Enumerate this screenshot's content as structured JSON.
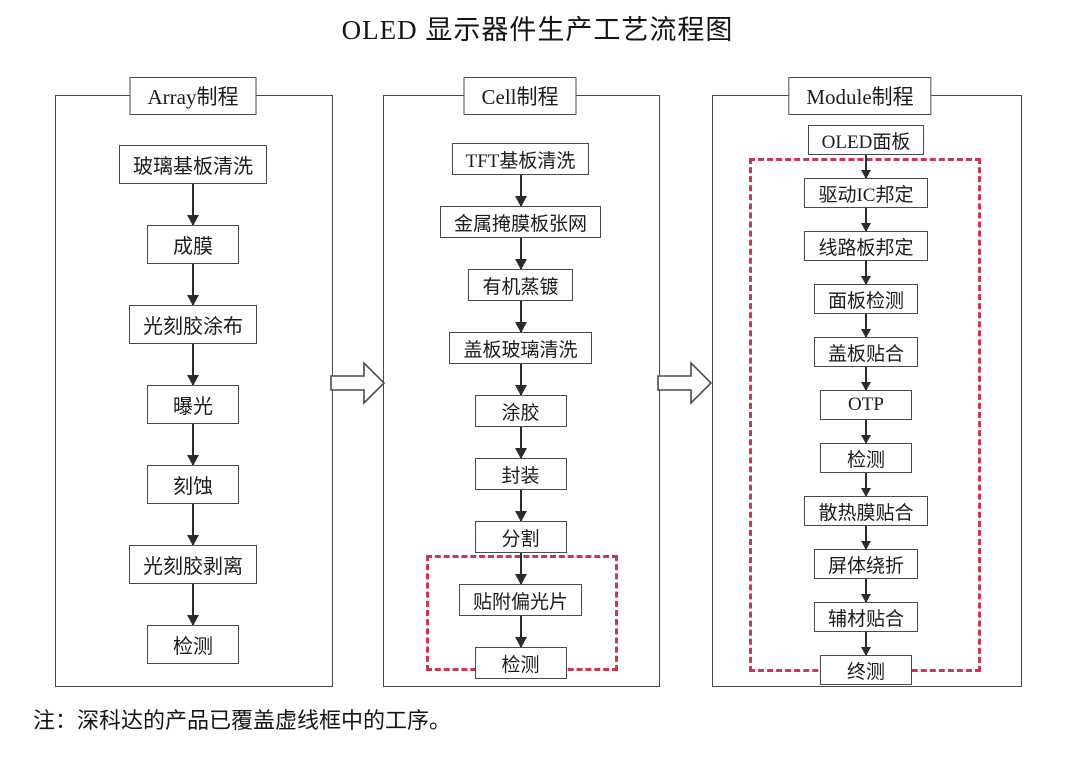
{
  "page": {
    "title": "OLED 显示器件生产工艺流程图",
    "note": "注：深科达的产品已覆盖虚线框中的工序。"
  },
  "colors": {
    "box_border": "#4a4a4a",
    "arrow_line": "#2b2b2b",
    "dashed_frame": "#c53a52",
    "background": "#ffffff",
    "text": "#1c1c1c"
  },
  "columns": [
    {
      "header": "Array制程",
      "steps": [
        "玻璃基板清洗",
        "成膜",
        "光刻胶涂布",
        "曝光",
        "刻蚀",
        "光刻胶剥离",
        "检测"
      ]
    },
    {
      "header": "Cell制程",
      "steps": [
        "TFT基板清洗",
        "金属掩膜板张网",
        "有机蒸镀",
        "盖板玻璃清洗",
        "涂胶",
        "封装",
        "分割",
        "贴附偏光片",
        "检测"
      ],
      "dashed_frame_encloses": [
        "贴附偏光片",
        "检测"
      ]
    },
    {
      "header": "Module制程",
      "steps": [
        "OLED面板",
        "驱动IC邦定",
        "线路板邦定",
        "面板检测",
        "盖板贴合",
        "OTP",
        "检测",
        "散热膜贴合",
        "屏体绕折",
        "辅材贴合",
        "终测"
      ],
      "dashed_frame_encloses": [
        "驱动IC邦定",
        "线路板邦定",
        "面板检测",
        "盖板贴合",
        "OTP",
        "检测",
        "散热膜贴合",
        "屏体绕折",
        "辅材贴合",
        "终测"
      ]
    }
  ]
}
